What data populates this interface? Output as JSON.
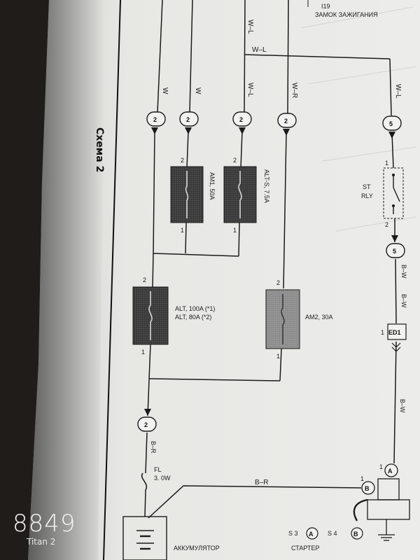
{
  "header": {
    "code": "I19",
    "title": "ЗАМОК ЗАЖИГАНИЯ"
  },
  "section_title": "Схема 2",
  "wires": {
    "w1": "W",
    "w2": "W",
    "wl_top": "W–L",
    "wl_horizontal": "W–L",
    "wl_vertical": "W–L",
    "wr": "W–R",
    "wl_right": "W–L",
    "bw_1": "B–W",
    "bw_2": "B–W",
    "bw_3": "B–W",
    "br_down": "B–R",
    "br_horizontal": "B–R"
  },
  "connectors": {
    "c1": "2",
    "c2": "2",
    "c3": "2",
    "c4": "2",
    "c5_top": "5",
    "c5_bottom": "5",
    "c_bottom": "2",
    "ed1": "ED1",
    "ed1_pin": "1",
    "a": "A",
    "a_pin": "1",
    "b": "B",
    "b_pin": "1"
  },
  "fuses": {
    "am1": "AM1, 50A",
    "alt_s": "ALT-S, 7.5A",
    "alt_line1": "ALT, 100A (*1)",
    "alt_line2": "ALT, 80A (*2)",
    "am2": "AM2, 30A",
    "fl_line1": "FL",
    "fl_line2": "3. 0W"
  },
  "pins": {
    "am1_top": "2",
    "am1_bottom": "1",
    "alts_top": "2",
    "alts_bottom": "1",
    "alt_top": "2",
    "alt_bottom": "1",
    "am2_top": "2",
    "am2_bottom": "1",
    "relay_1": "1",
    "relay_2": "2"
  },
  "relay": {
    "line1": "ST",
    "line2": "RLY"
  },
  "bottom": {
    "battery": "АККУМУЛЯТОР",
    "s3": "S 3",
    "s3_conn": "A",
    "s4": "S 4",
    "s4_conn": "B",
    "starter": "СТАРТЕР"
  },
  "watermark": {
    "number": "8849",
    "device": "Titan 2"
  },
  "colors": {
    "paper": "#e6e6e3",
    "ink": "#1b1b1b",
    "fuse_dark": "#3a3a3a",
    "fuse_light": "#8a8a8a",
    "background": "#1f1c19"
  }
}
